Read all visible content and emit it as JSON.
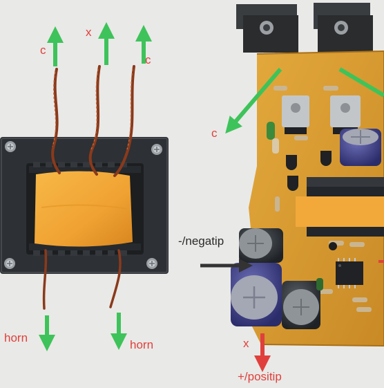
{
  "image": {
    "kind": "photo",
    "subject": "transformer-and-amplifier-board"
  },
  "labels": {
    "c_left": "c",
    "x_top": "x",
    "c_right": "c",
    "c_board": "c",
    "negatip": "-/negatip",
    "horn_left": "horn",
    "horn_right": "horn",
    "x_bottom": "x",
    "positip": "+/positip"
  },
  "colors": {
    "background": "#e9e9e7",
    "arrow_green": "#3ec35a",
    "arrow_red": "#e0403c",
    "arrow_dark": "#333333",
    "label_red": "#e0403c",
    "pcb": "#d99a2e",
    "tape": "#f2a93a",
    "core": "#2d3034",
    "wire": "#8a3a1c"
  }
}
